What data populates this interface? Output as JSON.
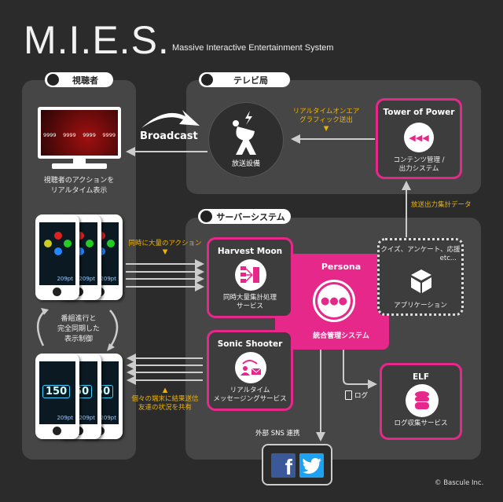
{
  "header": {
    "title": "M.I.E.S.",
    "subtitle": "Massive Interactive Entertainment System"
  },
  "viewer": {
    "label": "視聴者",
    "tv_scores": [
      "9999",
      "9999",
      "9999",
      "9999"
    ],
    "tv_caption_1": "視聴者のアクションを",
    "tv_caption_2": "リアルタイム表示",
    "sync_1": "番組進行と",
    "sync_2": "完全同期した",
    "sync_3": "表示制御",
    "phone_points": "209pt",
    "phone_big_score": "150"
  },
  "broadcast": {
    "label": "Broadcast"
  },
  "tv_station": {
    "label": "テレビ局",
    "equipment": "放送設備",
    "onair_1": "リアルタイムオンエア",
    "onair_2": "グラフィック送出",
    "tower": {
      "title": "Tower of Power",
      "desc_1": "コンテンツ管理 /",
      "desc_2": "出力システム"
    }
  },
  "aggregate_label": "放送出力集計データ",
  "server": {
    "label": "サーバーシステム",
    "harvest": {
      "title": "Harvest Moon",
      "desc_1": "同時大量集計処理",
      "desc_2": "サービス"
    },
    "sonic": {
      "title": "Sonic Shooter",
      "desc_1": "リアルタイム",
      "desc_2": "メッセージングサービス"
    },
    "persona": {
      "title": "Persona",
      "desc": "統合管理システム"
    },
    "app": {
      "desc_1": "クイズ、アンケート、応援",
      "desc_2": "etc...",
      "label": "アプリケーション"
    },
    "elf": {
      "title": "ELF",
      "desc": "ログ収集サービス"
    },
    "log_label": "ログ",
    "sns_label": "外部 SNS 連携"
  },
  "mass_action_label": "同時に大量のアクション",
  "result_1": "個々の端末に結果送信",
  "result_2": "友達の状況を共有",
  "copyright": "© Bascule Inc.",
  "colors": {
    "accent": "#e6288a",
    "yellow": "#f0b400",
    "panel": "#464646",
    "bg": "#2b2b2b"
  }
}
